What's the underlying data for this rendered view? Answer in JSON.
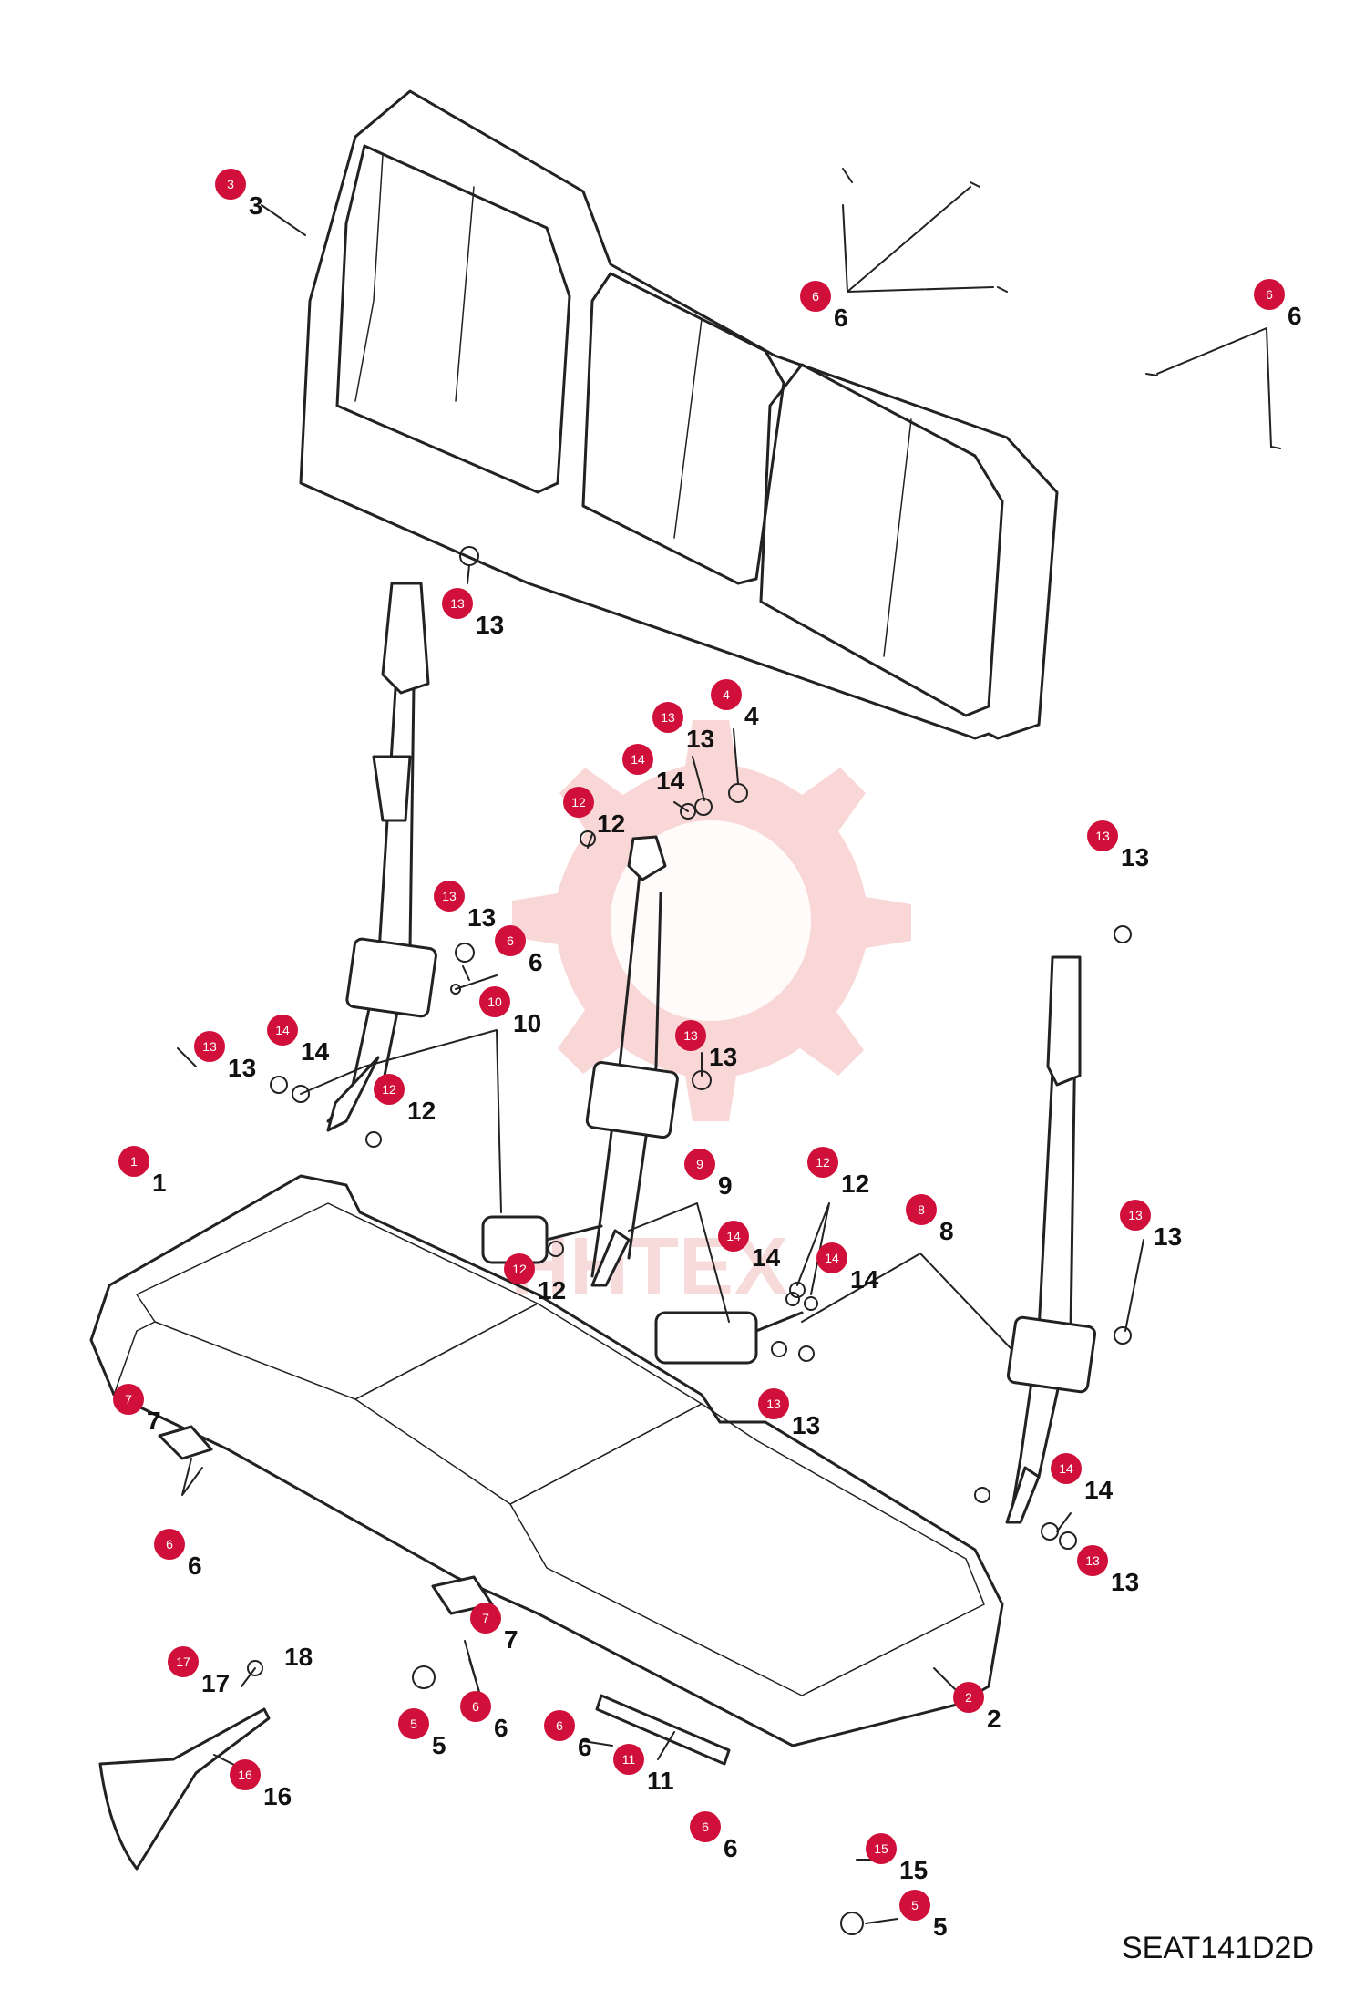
{
  "drawing_code": "SEAT141D2D",
  "watermark": {
    "text": "HHTEX",
    "color": "#f4b6b6"
  },
  "badge_color": "#d0103a",
  "callouts": [
    {
      "id": "c3",
      "num": "3"
    },
    {
      "id": "c6a",
      "num": "6"
    },
    {
      "id": "c6b",
      "num": "6"
    },
    {
      "id": "c13a",
      "num": "13"
    },
    {
      "id": "c13b",
      "num": "13"
    },
    {
      "id": "c14a",
      "num": "14"
    },
    {
      "id": "c4",
      "num": "4"
    },
    {
      "id": "c12a",
      "num": "12"
    },
    {
      "id": "c13c",
      "num": "13"
    },
    {
      "id": "c13d",
      "num": "13"
    },
    {
      "id": "c6c",
      "num": "6"
    },
    {
      "id": "c10",
      "num": "10"
    },
    {
      "id": "c14b",
      "num": "14"
    },
    {
      "id": "c13e",
      "num": "13"
    },
    {
      "id": "c13f",
      "num": "13"
    },
    {
      "id": "c12b",
      "num": "12"
    },
    {
      "id": "c1",
      "num": "1"
    },
    {
      "id": "c9",
      "num": "9"
    },
    {
      "id": "c12c",
      "num": "12"
    },
    {
      "id": "c8",
      "num": "8"
    },
    {
      "id": "c13g",
      "num": "13"
    },
    {
      "id": "c14c",
      "num": "14"
    },
    {
      "id": "c14d",
      "num": "14"
    },
    {
      "id": "c12d",
      "num": "12"
    },
    {
      "id": "c13h",
      "num": "13"
    },
    {
      "id": "c7a",
      "num": "7"
    },
    {
      "id": "c14e",
      "num": "14"
    },
    {
      "id": "c13i",
      "num": "13"
    },
    {
      "id": "c6d",
      "num": "6"
    },
    {
      "id": "c7b",
      "num": "7"
    },
    {
      "id": "c17",
      "num": "17"
    },
    {
      "id": "c18",
      "num": "18"
    },
    {
      "id": "c6e",
      "num": "6"
    },
    {
      "id": "c5a",
      "num": "5"
    },
    {
      "id": "c2",
      "num": "2"
    },
    {
      "id": "c6f",
      "num": "6"
    },
    {
      "id": "c11",
      "num": "11"
    },
    {
      "id": "c16",
      "num": "16"
    },
    {
      "id": "c6g",
      "num": "6"
    },
    {
      "id": "c15",
      "num": "15"
    },
    {
      "id": "c5b",
      "num": "5"
    }
  ]
}
